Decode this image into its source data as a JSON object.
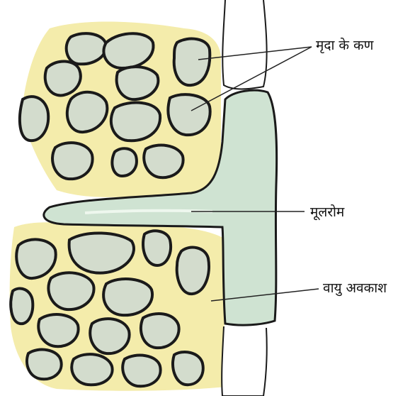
{
  "labels": {
    "soil_particles": "मृदा के कण",
    "root_hair": "मूलरोम",
    "air_space": "वायु अवकाश"
  },
  "colors": {
    "soil_background": "#f4ecab",
    "particle_fill": "#d3dccd",
    "root_fill": "#cfe3d2",
    "root_hair_fill": "#bcd9c4",
    "outline": "#1a1a1a",
    "leader_line": "#222222"
  }
}
